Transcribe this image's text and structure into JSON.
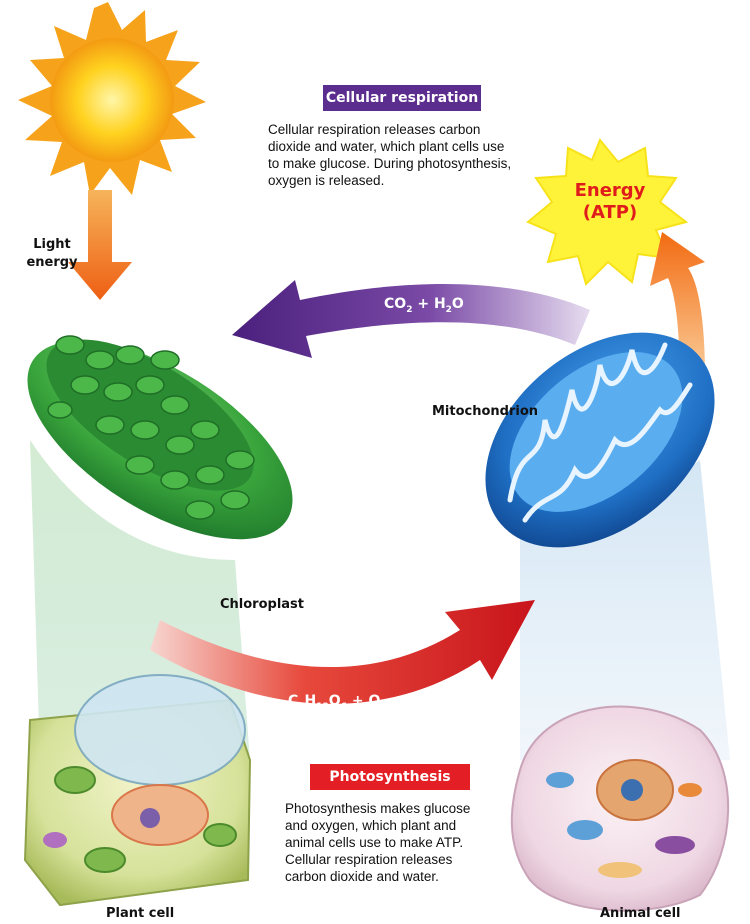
{
  "labels": {
    "light_energy": "Light energy",
    "energy_atp_line1": "Energy",
    "energy_atp_line2": "(ATP)",
    "mitochondrion": "Mitochondrion",
    "chloroplast": "Chloroplast",
    "plant_cell": "Plant cell",
    "animal_cell": "Animal cell"
  },
  "cellular_respiration": {
    "title": "Cellular respiration",
    "text_line1": "Cellular respiration releases carbon",
    "text_line2": "dioxide and water, which plant cells use",
    "text_line3": "to make glucose. During photosynthesis,",
    "text_line4": "oxygen is released.",
    "color": "#5b2d8e"
  },
  "photosynthesis": {
    "title": "Photosynthesis",
    "text_line1": "Photosynthesis makes glucose",
    "text_line2": "and oxygen, which plant and",
    "text_line3": "animal cells use to make ATP.",
    "text_line4": "Cellular respiration releases",
    "text_line5": "carbon dioxide and water.",
    "color": "#e31e24"
  },
  "formulas": {
    "co2_h2o": {
      "a": "CO",
      "a_sub": "2",
      "plus": " + ",
      "b": "H",
      "b_sub": "2",
      "c": "O"
    },
    "glucose_o2": {
      "a": "C",
      "a_sub": "6",
      "b": "H",
      "b_sub": "12",
      "c": "O",
      "c_sub": "6",
      "plus": " + ",
      "d": "O",
      "d_sub": "2"
    }
  },
  "colors": {
    "sun": "#ffd21f",
    "chloroplast": "#3aa53c",
    "mitochondrion": "#1f6fc4",
    "purple_arrow": "#5b2d8e",
    "red_arrow": "#e31e24",
    "orange_arrow": "#f07a1c"
  }
}
